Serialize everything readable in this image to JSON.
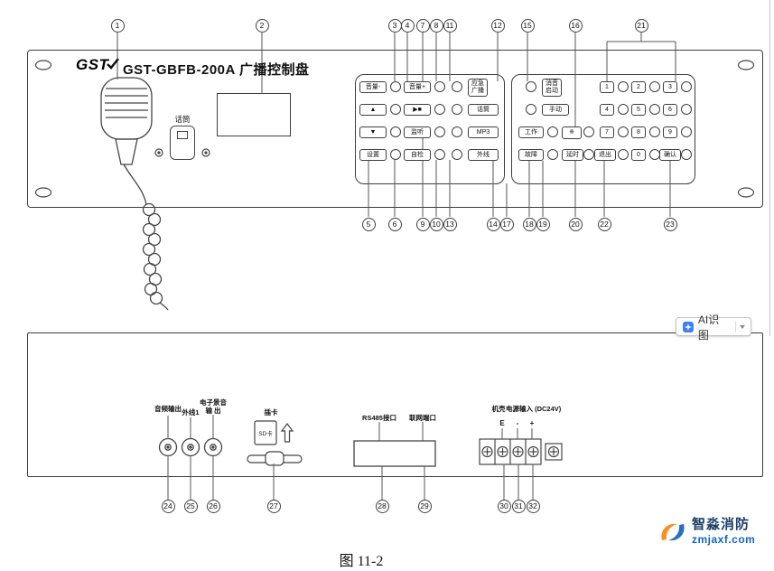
{
  "header": {
    "brand": "GST",
    "title": "GST-GBFB-200A 广播控制盘"
  },
  "top_panel": {
    "mic_label": "话筒",
    "buttons": {
      "vol_minus": "音量-",
      "vol_plus": "音量+",
      "up": "▲",
      "play_stop": "▶■",
      "down": "▼",
      "monitor": "监听",
      "setup": "设置",
      "self_test": "自检",
      "emergency": "应急广播",
      "mic": "话筒",
      "mp3": "MP3",
      "ext_line": "外线",
      "mute_start": "消音启动",
      "manual": "手动",
      "working": "工作",
      "star": "※",
      "fault": "故障",
      "delay": "延时",
      "n1": "1",
      "n2": "2",
      "n3": "3",
      "n4": "4",
      "n5": "5",
      "n6": "6",
      "n7": "7",
      "n8": "8",
      "n9": "9",
      "n0": "0",
      "exit": "退出",
      "confirm": "确认"
    }
  },
  "bottom_panel": {
    "audio_out": "音频输出",
    "ext_line1": "外线1",
    "bg_audio_line1": "电子景音",
    "bg_audio_line2": "输 出",
    "card": "插卡",
    "sd": "SD卡",
    "rs485": "RS485接口",
    "network": "联网端口",
    "chassis": "机壳",
    "power": "电源输入 (DC24V)",
    "t_e": "E",
    "t_minus": "-",
    "t_plus": "+"
  },
  "callouts": {
    "c1": "1",
    "c2": "2",
    "c3": "3",
    "c4": "4",
    "c5": "5",
    "c6": "6",
    "c7": "7",
    "c8": "8",
    "c9": "9",
    "c10": "10",
    "c11": "11",
    "c12": "12",
    "c13": "13",
    "c14": "14",
    "c15": "15",
    "c16": "16",
    "c17": "17",
    "c18": "18",
    "c19": "19",
    "c20": "20",
    "c21": "21",
    "c22": "22",
    "c23": "23",
    "c24": "24",
    "c25": "25",
    "c26": "26",
    "c27": "27",
    "c28": "28",
    "c29": "29",
    "c30": "30",
    "c31": "31",
    "c32": "32"
  },
  "overlay": {
    "ai_label": "AI识图"
  },
  "watermark": {
    "brand": "智淼消防",
    "site": "zmjaxf.com"
  },
  "caption": "图 11-2"
}
